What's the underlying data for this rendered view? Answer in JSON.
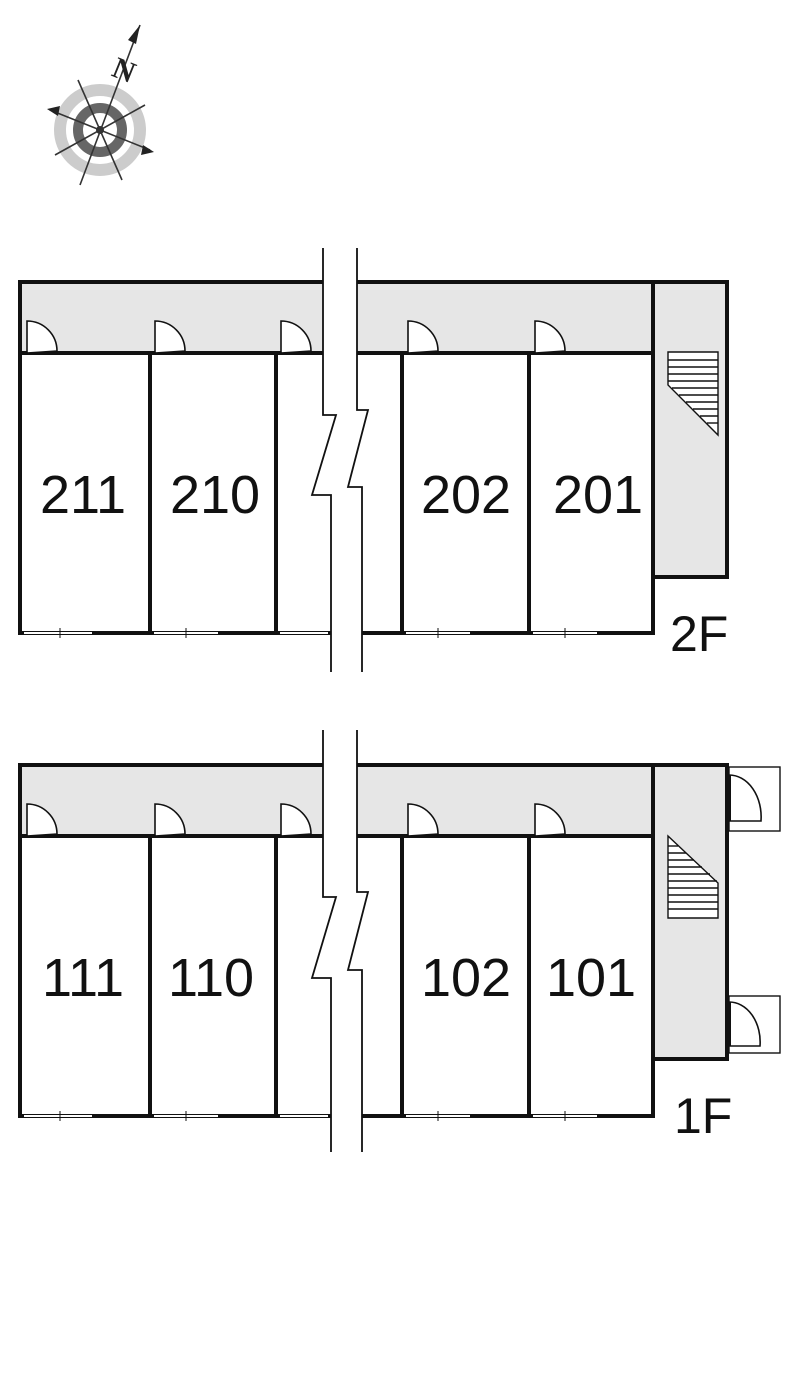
{
  "compass": {
    "north_letter": "N"
  },
  "floors": [
    {
      "id": "2F",
      "label": "2F",
      "rooms": [
        "211",
        "210",
        "202",
        "201"
      ]
    },
    {
      "id": "1F",
      "label": "1F",
      "rooms": [
        "111",
        "110",
        "102",
        "101"
      ]
    }
  ],
  "colors": {
    "wall": "#111111",
    "corridor": "#e6e6e6",
    "compass_dark": "#666666",
    "compass_light": "#cccccc"
  }
}
